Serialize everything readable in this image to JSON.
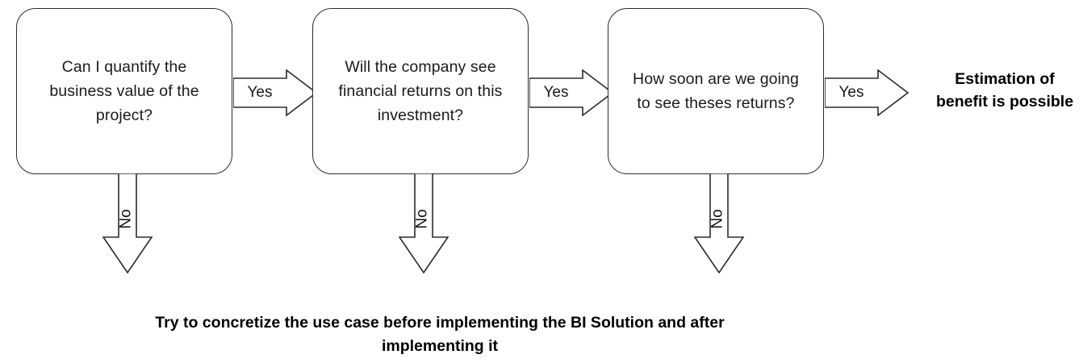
{
  "diagram": {
    "title": "BI benefit estimation decision flowchart",
    "stroke_color": "#2b2b2b",
    "text_color": "#1a1a1a",
    "background": "#ffffff",
    "nodes": [
      {
        "id": "node-1",
        "text": "Can I quantify the business value of the project?",
        "line1": "Can I quantify the",
        "line2": "business value of the",
        "line3": "project?"
      },
      {
        "id": "node-2",
        "text": "Will the company see financial returns on this investment?",
        "line1": "Will the company see",
        "line2": "financial returns on this",
        "line3": "investment?"
      },
      {
        "id": "node-3",
        "text": "How soon are we going to see theses returns?",
        "line1": "How soon are we going",
        "line2": "to see theses returns?",
        "line3": ""
      }
    ],
    "yes_edges": [
      {
        "id": "yes-1",
        "label": "Yes"
      },
      {
        "id": "yes-2",
        "label": "Yes"
      },
      {
        "id": "yes-3",
        "label": "Yes"
      }
    ],
    "no_edges": [
      {
        "id": "no-1",
        "label": "No"
      },
      {
        "id": "no-2",
        "label": "No"
      },
      {
        "id": "no-3",
        "label": "No"
      }
    ],
    "result": {
      "line1": "Estimation of",
      "line2": "benefit is possible"
    },
    "caption": {
      "line1": "Try to concretize the use case before implementing the BI Solution and after",
      "line2": "implementing it"
    }
  }
}
